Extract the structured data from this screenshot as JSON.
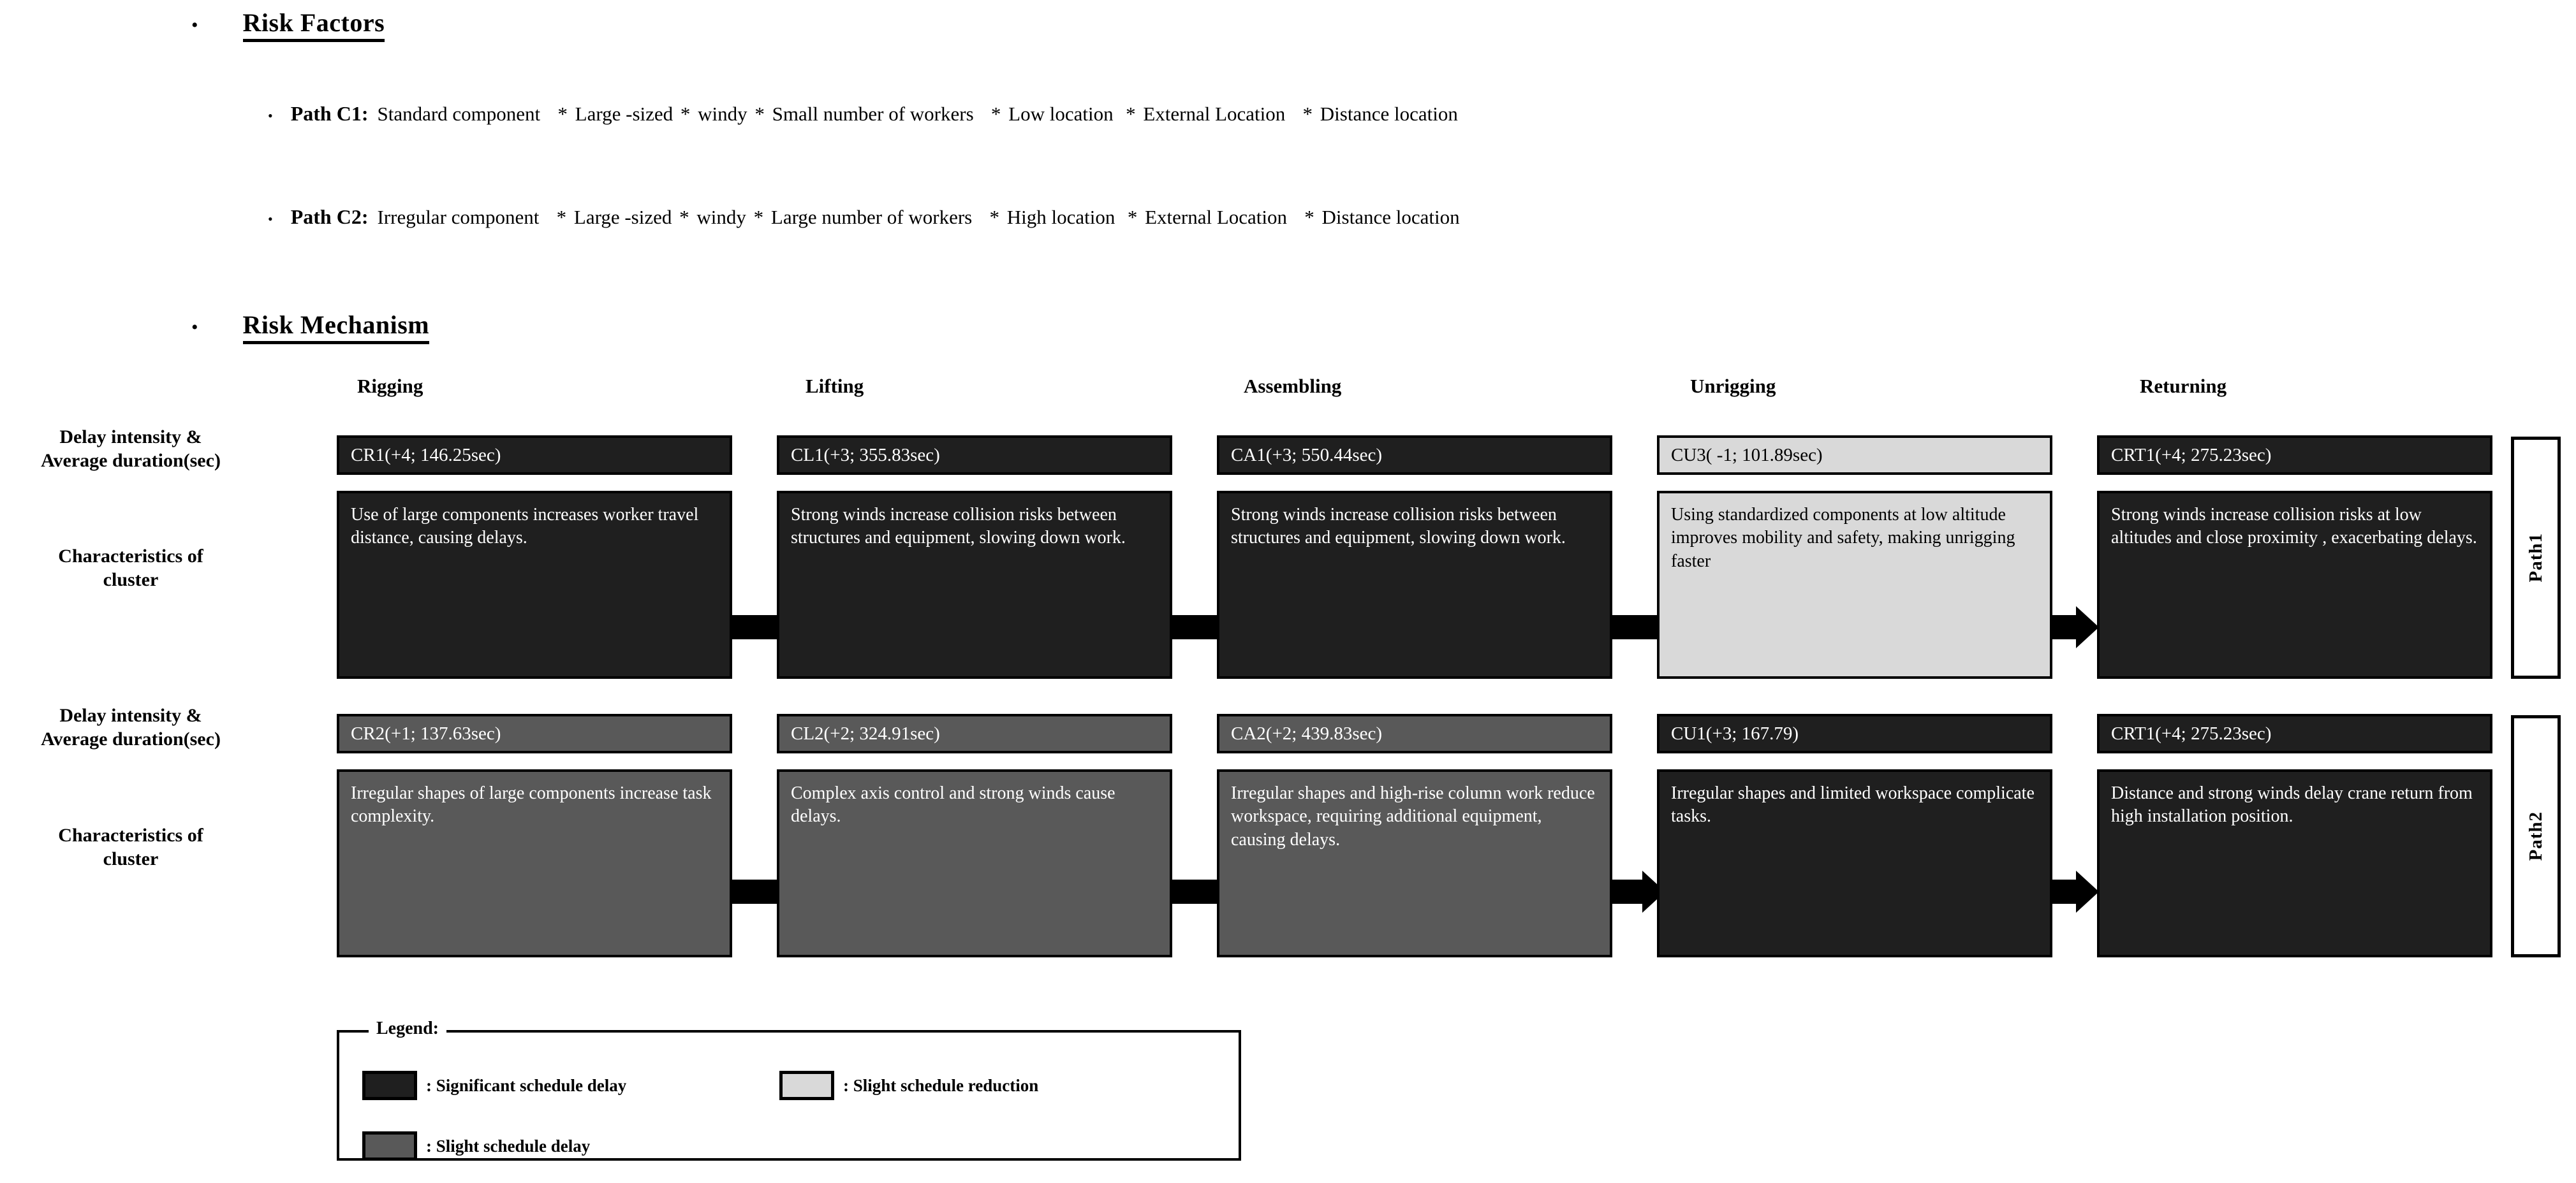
{
  "sections": {
    "risk_factors": {
      "bullet": "•",
      "title": "Risk Factors",
      "paths": [
        {
          "label": "Path C1:",
          "items": [
            "Standard component",
            "Large -sized",
            "windy",
            "Small number of workers",
            "Low location",
            "External Location",
            "Distance location"
          ]
        },
        {
          "label": "Path C2:",
          "items": [
            "Irregular component",
            "Large -sized",
            "windy",
            "Large number of workers",
            "High location",
            "External Location",
            "Distance location"
          ]
        }
      ]
    },
    "risk_mechanism": {
      "bullet": "•",
      "title": "Risk Mechanism"
    }
  },
  "columns": [
    {
      "name": "Rigging"
    },
    {
      "name": "Lifting"
    },
    {
      "name": "Assembling"
    },
    {
      "name": "Unrigging"
    },
    {
      "name": "Returning"
    }
  ],
  "row_labels": {
    "delay": "Delay intensity &\nAverage duration(sec)",
    "delay_line1": "Delay intensity &",
    "delay_line2": "Average duration(sec)",
    "characteristics_line1": "Characteristics of",
    "characteristics_line2": "cluster"
  },
  "paths": [
    {
      "name": "Path1",
      "cells": [
        {
          "code": "CR1(+4; 146.25sec)",
          "desc": "Use of large components increases worker travel distance, causing delays.",
          "tone": "dark"
        },
        {
          "code": "CL1(+3; 355.83sec)",
          "desc": "Strong winds increase collision risks between structures and equipment, slowing down work.",
          "tone": "dark"
        },
        {
          "code": "CA1(+3; 550.44sec)",
          "desc": "Strong winds increase collision risks between structures and equipment, slowing down work.",
          "tone": "dark"
        },
        {
          "code": "CU3( -1; 101.89sec)",
          "desc": "Using standardized components at low altitude improves mobility and safety, making unrigging faster",
          "tone": "light"
        },
        {
          "code": "CRT1(+4; 275.23sec)",
          "desc": "Strong winds increase collision risks at low altitudes and close proximity , exacerbating delays.",
          "tone": "dark"
        }
      ]
    },
    {
      "name": "Path2",
      "cells": [
        {
          "code": "CR2(+1; 137.63sec)",
          "desc": "Irregular shapes of large components increase task complexity.",
          "tone": "mid"
        },
        {
          "code": "CL2(+2; 324.91sec)",
          "desc": "Complex axis control and strong winds cause delays.",
          "tone": "mid"
        },
        {
          "code": "CA2(+2; 439.83sec)",
          "desc": "Irregular shapes and high-rise column work reduce workspace, requiring additional equipment, causing delays.",
          "tone": "mid"
        },
        {
          "code": "CU1(+3; 167.79)",
          "desc": "Irregular shapes and limited workspace complicate tasks.",
          "tone": "dark"
        },
        {
          "code": "CRT1(+4; 275.23sec)",
          "desc": "Distance and strong winds delay crane return from high installation position.",
          "tone": "dark"
        }
      ]
    }
  ],
  "legend": {
    "title": "Legend:",
    "items": [
      {
        "tone": "dark",
        "text": ": Significant schedule delay"
      },
      {
        "tone": "light",
        "text": ": Slight schedule reduction"
      },
      {
        "tone": "mid",
        "text": ": Slight schedule delay"
      }
    ]
  },
  "colors": {
    "significant_delay": "#1f1f1f",
    "slight_delay": "#595959",
    "slight_reduction": "#d9d9d9",
    "background": "#ffffff",
    "outline": "#000000"
  }
}
